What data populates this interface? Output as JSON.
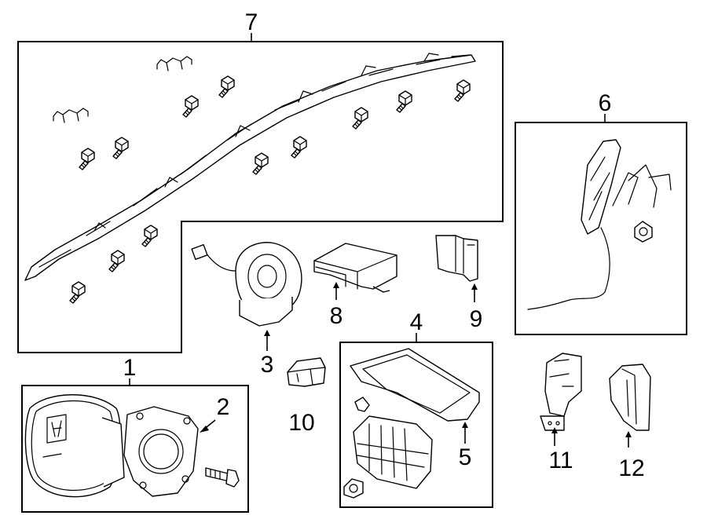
{
  "diagram": {
    "callouts": [
      {
        "id": "1",
        "label": "1"
      },
      {
        "id": "2",
        "label": "2"
      },
      {
        "id": "3",
        "label": "3"
      },
      {
        "id": "4",
        "label": "4"
      },
      {
        "id": "5",
        "label": "5"
      },
      {
        "id": "6",
        "label": "6"
      },
      {
        "id": "7",
        "label": "7"
      },
      {
        "id": "8",
        "label": "8"
      },
      {
        "id": "9",
        "label": "9"
      },
      {
        "id": "10",
        "label": "10"
      },
      {
        "id": "11",
        "label": "11"
      },
      {
        "id": "12",
        "label": "12"
      }
    ],
    "line_color": "#000000",
    "background": "#ffffff"
  }
}
